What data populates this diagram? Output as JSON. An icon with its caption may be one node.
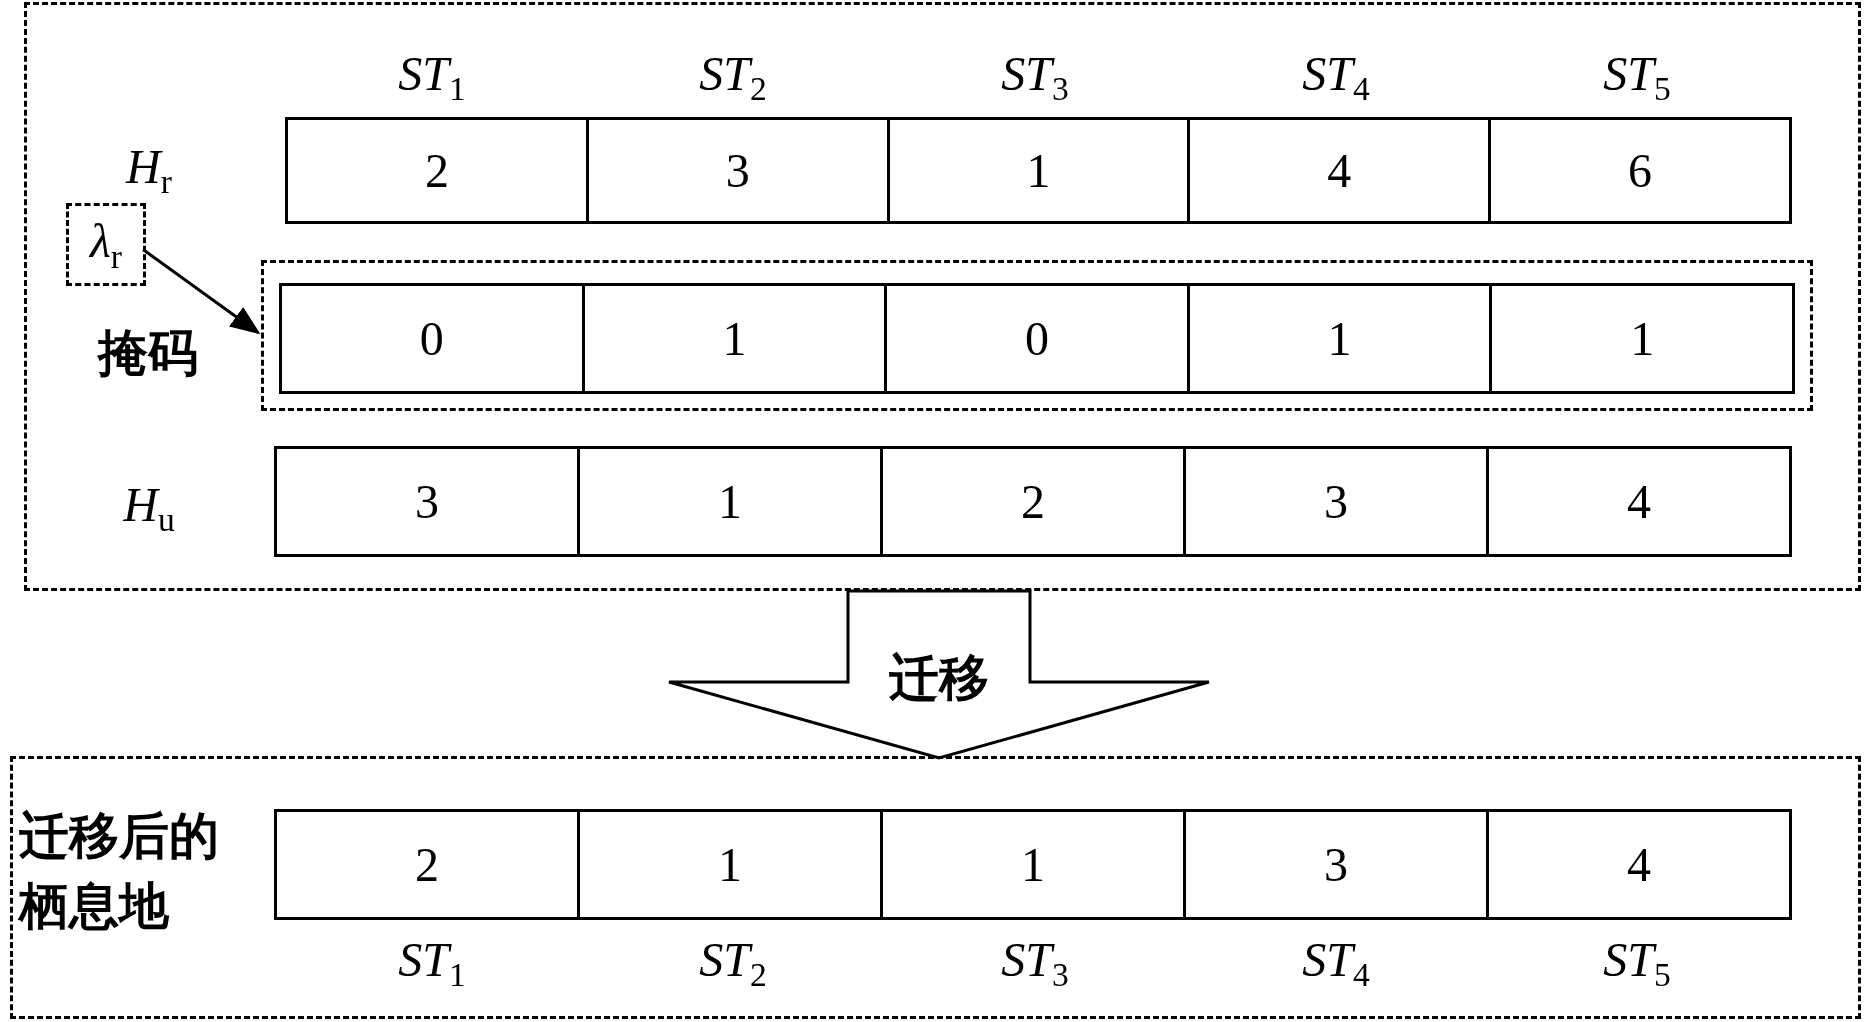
{
  "diagram": {
    "nodes": [
      {
        "text": [],
        "shape": "box"
      },
      {
        "text": [
          "2",
          "3",
          "1",
          "4",
          "6"
        ],
        "in": 0
      },
      {
        "text": [
          "λ$_{r}$"
        ],
        "in": 0
      },
      {
        "text": [],
        "shape": "box",
        "beside": [
          "掩码"
        ],
        "in": 0
      },
      {
        "text": [
          "0",
          "1",
          "0",
          "1",
          "1"
        ],
        "in": 3
      },
      {
        "text": [
          "3",
          "1",
          "2",
          "3",
          "4"
        ],
        "beside": [
          "H$_{u}$"
        ],
        "in": 0
      },
      {
        "text": [
          "迁移后的栖息地"
        ]
      },
      {
        "text": [
          "2",
          "1",
          "1",
          "3",
          "4"
        ],
        "in": 6
      }
    ],
    "edges": [
      {
        "from": 2,
        "to": 3,
        "arrow": "to"
      },
      {
        "from": 0,
        "to": 6,
        "arrow": "to",
        "label": "迁移",
        "style": "thick"
      }
    ],
    "labels": [
      "ST$_{1}$",
      "ST$_{2}$",
      "ST$_{3}$",
      "ST$_{4}$",
      "ST$_{5}$",
      "H$_{r}$",
      "ST$_{1}$",
      "ST$_{2}$",
      "ST$_{3}$",
      "ST$_{4}$",
      "ST$_{5}$"
    ]
  }
}
